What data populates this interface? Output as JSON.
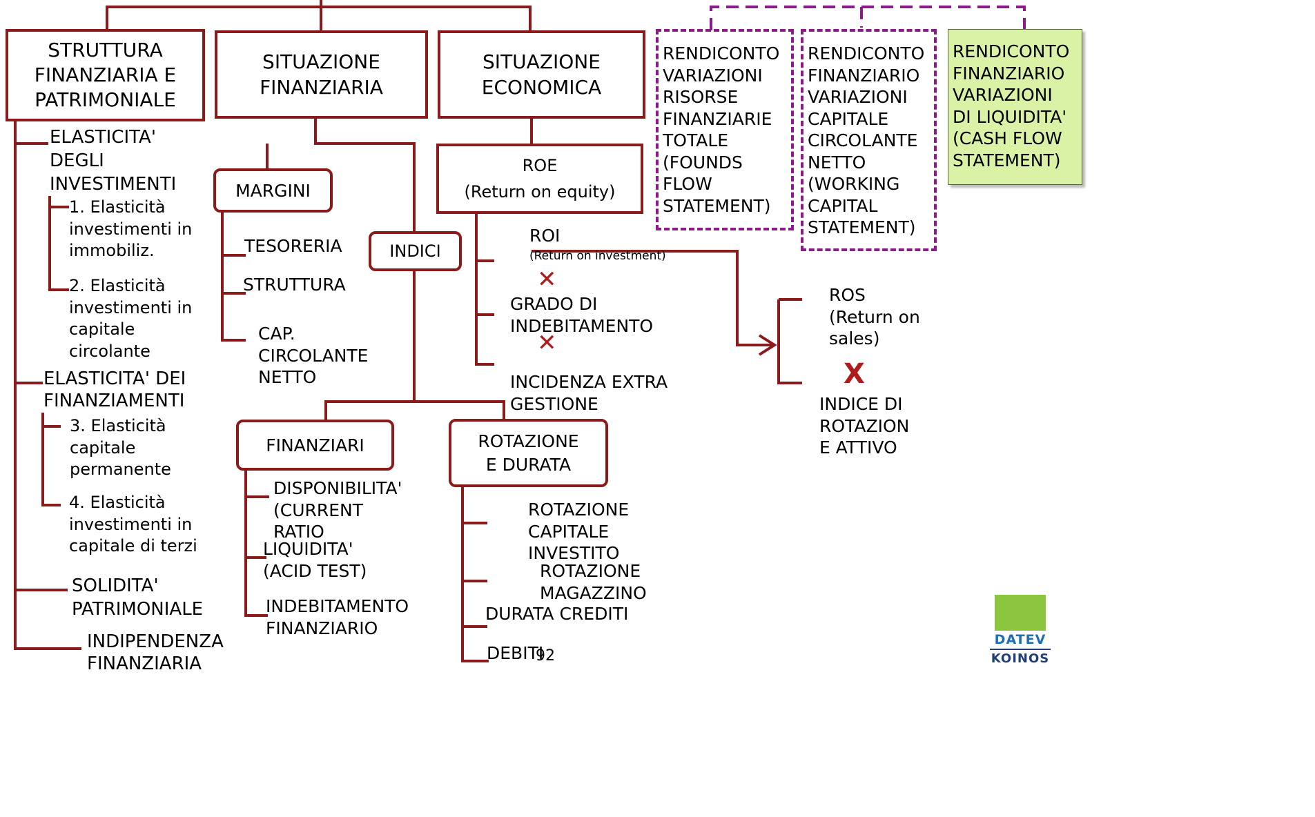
{
  "boxes": {
    "struttura": "STRUTTURA\nFINANZIARIA E\nPATRIMONIALE",
    "sit_fin": "SITUAZIONE\nFINANZIARIA",
    "sit_eco": "SITUAZIONE\nECONOMICA",
    "margini": "MARGINI",
    "indici": "INDICI",
    "roe": "ROE\n(Return on equity)",
    "finanziari": "FINANZIARI",
    "rotazione_durata": "ROTAZIONE\nE DURATA"
  },
  "rendiconti": {
    "risorse": "RENDICONTO\nVARIAZIONI\nRISORSE\nFINANZIARIE\nTOTALE\n(FOUNDS\nFLOW\nSTATEMENT)",
    "circolante": "RENDICONTO\nFINANZIARIO\nVARIAZIONI\nCAPITALE\nCIRCOLANTE\nNETTO\n(WORKING\nCAPITAL\nSTATEMENT)",
    "liquidita": "RENDICONTO\nFINANZIARIO\nVARIAZIONI\nDI LIQUIDITA'\n(CASH FLOW\nSTATEMENT)"
  },
  "left": {
    "elasticita_investimenti": "ELASTICITA'\nDEGLI\nINVESTIMENTI",
    "item1": "1. Elasticità\ninvestimenti in\nimmobiliz.",
    "item2": "2. Elasticità\ninvestimenti in\ncapitale\ncircolante",
    "elasticita_finanziamenti": "ELASTICITA' DEI\nFINANZIAMENTI",
    "item3": "3. Elasticità\ncapitale\npermanente",
    "item4": "4. Elasticità\ninvestimenti in\ncapitale di terzi",
    "solidita": "SOLIDITA'\nPATRIMONIALE",
    "indipendenza": "INDIPENDENZA\nFINANZIARIA"
  },
  "margini_items": {
    "tesoreria": "TESORERIA",
    "struttura": "STRUTTURA",
    "cap_circolante": "CAP.\nCIRCOLANTE\nNETTO"
  },
  "finanziari_items": {
    "disponibilita": "DISPONIBILITA'\n(CURRENT\nRATIO",
    "liquidita": "LIQUIDITA'\n(ACID TEST)",
    "indebitamento": "INDEBITAMENTO\nFINANZIARIO"
  },
  "rotazione_items": {
    "rot_capitale": "ROTAZIONE\nCAPITALE\nINVESTITO",
    "rot_magazzino": "ROTAZIONE\nMAGAZZINO",
    "durata_crediti": "DURATA CREDITI",
    "debiti": "DEBITI"
  },
  "roe_items": {
    "roi": "ROI",
    "roi_sub": "(Return on investment)",
    "grado": "GRADO DI\nINDEBITAMENTO",
    "incidenza": "INCIDENZA EXTRA\nGESTIONE"
  },
  "ros_items": {
    "ros": "ROS\n(Return on\nsales)",
    "rotazione_attivo": "INDICE DI\nROTAZION\nE ATTIVO"
  },
  "marks": {
    "x_symbol": "✕",
    "x_letter": "X"
  },
  "page_number": "92",
  "logo": {
    "line1": "DATEV",
    "line2": "KOINOS"
  },
  "colors": {
    "connector": "#8b1a1a",
    "dashed": "#8b1a8b",
    "green_fill": "#d9f2a6",
    "x_mark": "#b01c1c"
  }
}
